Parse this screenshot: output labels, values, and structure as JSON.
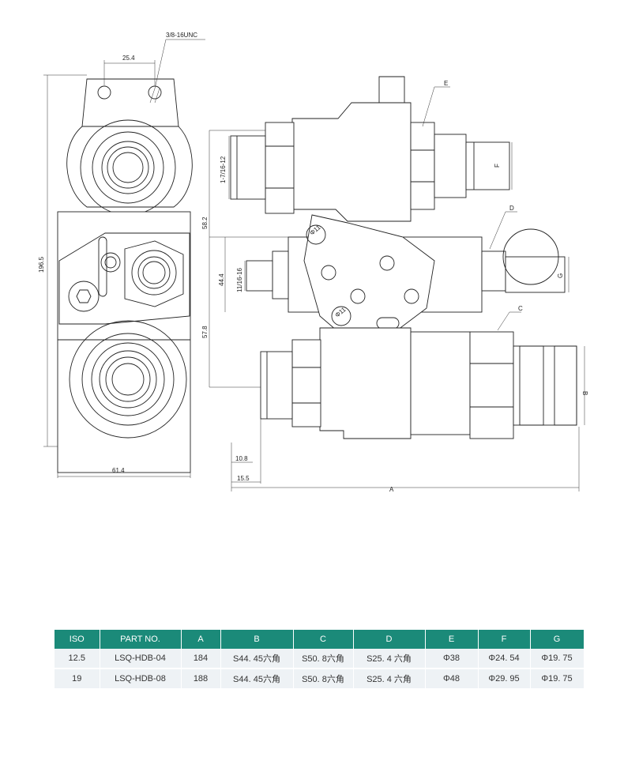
{
  "drawing": {
    "thread_top": "3/8-16UNC",
    "dim_25_4": "25.4",
    "dim_196_5": "196.5",
    "dim_61_4": "61.4",
    "thread_left_1": "1-7/16-12",
    "dim_58_2": "58.2",
    "thread_left_2": "11/16-16",
    "dim_44_4": "44.4",
    "dim_57_8": "57.8",
    "dim_10_8": "10.8",
    "dim_15_5": "15.5",
    "label_a": "A",
    "label_b": "B",
    "label_c": "C",
    "label_d": "D",
    "label_e": "E",
    "label_f": "F",
    "label_g": "G",
    "hole_1": "Φ11",
    "hole_2": "Φ11"
  },
  "table": {
    "headers": [
      "ISO",
      "PART NO.",
      "A",
      "B",
      "C",
      "D",
      "E",
      "F",
      "G"
    ],
    "rows": [
      [
        "12.5",
        "LSQ-HDB-04",
        "184",
        "S44. 45六角",
        "S50. 8六角",
        "S25. 4 六角",
        "Φ38",
        "Φ24. 54",
        "Φ19. 75"
      ],
      [
        "19",
        "LSQ-HDB-08",
        "188",
        "S44. 45六角",
        "S50. 8六角",
        "S25. 4 六角",
        "Φ48",
        "Φ29. 95",
        "Φ19. 75"
      ]
    ],
    "colors": {
      "header_bg": "#1b8a79",
      "cell_bg": "#eef2f5"
    }
  }
}
